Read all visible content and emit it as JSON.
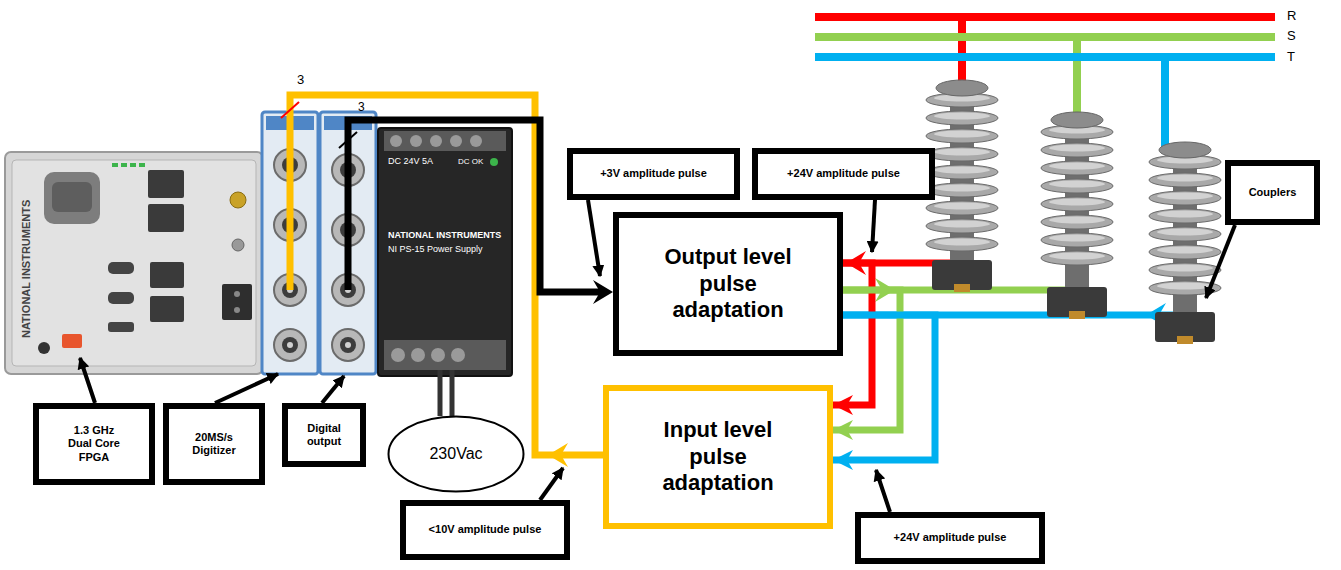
{
  "diagram": {
    "nodes": [
      {
        "text": [
          "1.3 GHz Dual Core FPGA"
        ]
      },
      {
        "text": [
          "20MS/s Digitizer"
        ]
      },
      {
        "text": [
          "Digital output"
        ]
      },
      {
        "text": [
          "230Vac"
        ]
      },
      {
        "text": [
          "+3V amplitude pulse"
        ]
      },
      {
        "text": [
          "+24V amplitude pulse"
        ]
      },
      {
        "text": [
          "Output level pulse adaptation"
        ]
      },
      {
        "text": [
          "Couplers"
        ]
      },
      {
        "text": [
          "Input level pulse adaptation"
        ]
      },
      {
        "text": [
          "<10V amplitude pulse"
        ]
      },
      {
        "text": [
          "+24V amplitude pulse"
        ]
      }
    ],
    "edges": [
      {
        "from": 6,
        "to": 8,
        "arrow": "to"
      },
      {
        "from": 6,
        "to": 8,
        "arrow": "to"
      },
      {
        "from": 6,
        "to": 8,
        "arrow": "to"
      }
    ],
    "labels": [
      "R",
      "S",
      "T",
      "3",
      "3",
      "NATIONAL INSTRUMENTS",
      "NATIONAL INSTRUMENTS",
      "NI PS-15 Power Supply",
      "DC 24V 5A",
      "DC OK"
    ]
  }
}
